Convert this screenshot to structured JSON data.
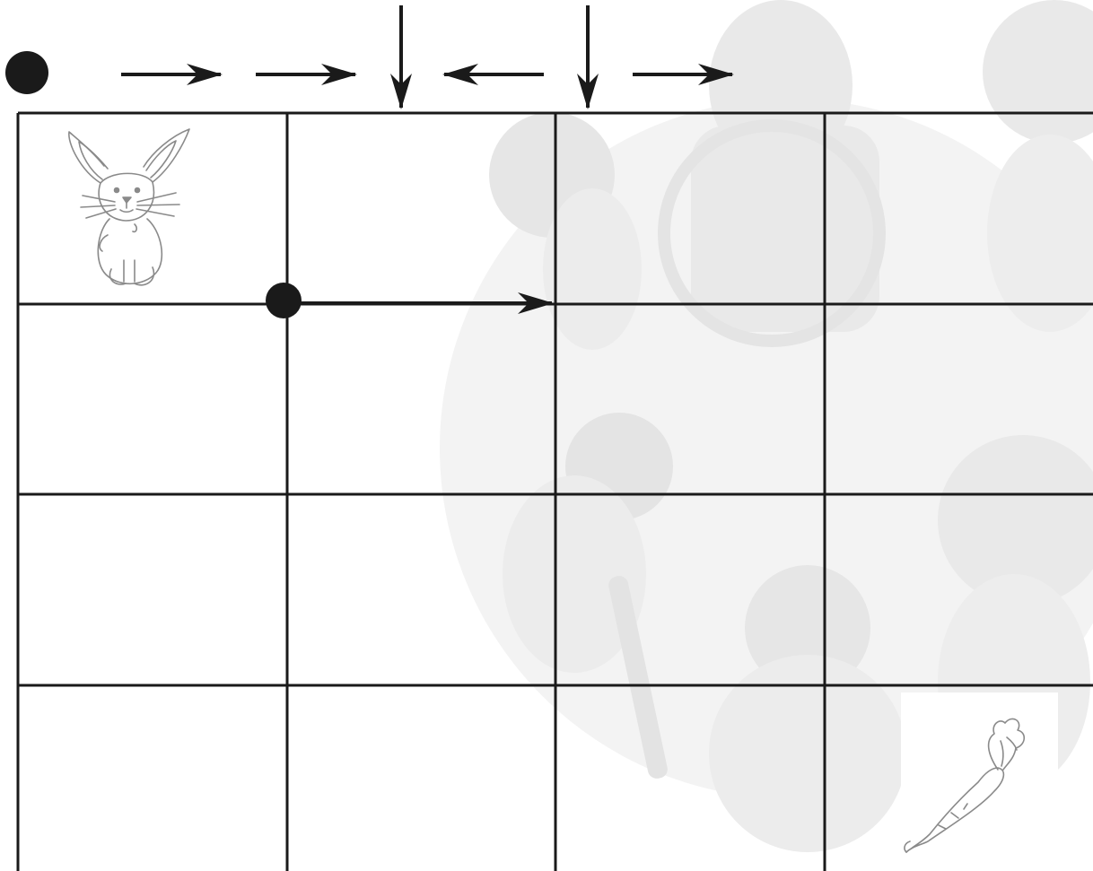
{
  "colors": {
    "ink": "#1a1a1a",
    "grid_line": "#1a1a1a",
    "watermark": "#eeeeee",
    "watermark_dark": "#e6e6e6",
    "sketch": "#8a8a8a"
  },
  "legend": {
    "start_marker": "filled-circle",
    "moves": [
      "right",
      "right",
      "down",
      "left",
      "down",
      "right"
    ]
  },
  "grid": {
    "rows": 4,
    "columns": 4
  },
  "pictures": {
    "start_picture": "rabbit-sketch",
    "goal_picture": "carrot-sketch",
    "background": "children-holding-hands-watermark"
  },
  "example_path": {
    "start": "grid-intersection",
    "move": "right"
  }
}
